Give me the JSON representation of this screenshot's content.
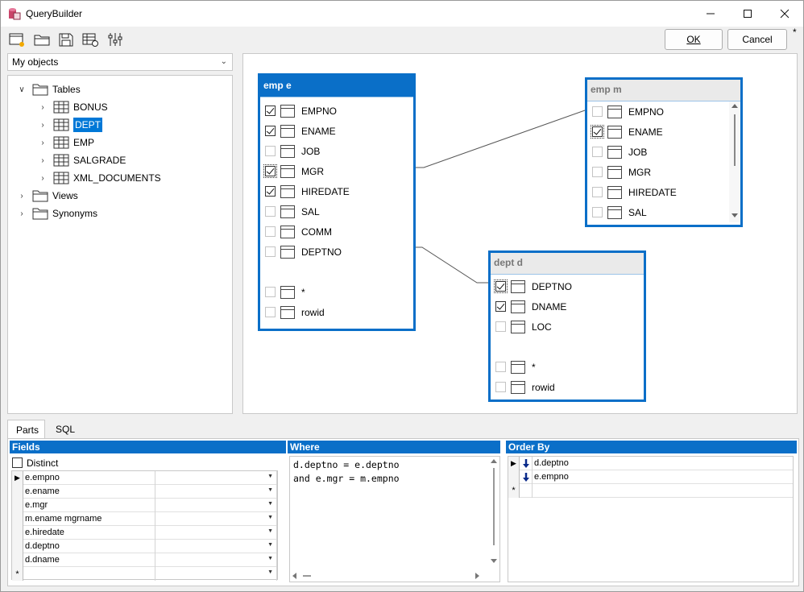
{
  "window": {
    "title": "QueryBuilder",
    "modified_mark": "*"
  },
  "toolbar": {
    "icons": [
      "new-query-icon",
      "open-folder-icon",
      "save-icon",
      "table-settings-icon",
      "sliders-icon"
    ]
  },
  "buttons": {
    "ok": "OK",
    "cancel": "Cancel"
  },
  "object_selector": {
    "value": "My objects"
  },
  "tree": {
    "tables": "Tables",
    "table_items": [
      "BONUS",
      "DEPT",
      "EMP",
      "SALGRADE",
      "XML_DOCUMENTS"
    ],
    "selected": "DEPT",
    "views": "Views",
    "synonyms": "Synonyms"
  },
  "diagram": {
    "emp_e": {
      "title": "emp e",
      "fields": [
        {
          "name": "EMPNO",
          "checked": true
        },
        {
          "name": "ENAME",
          "checked": true
        },
        {
          "name": "JOB",
          "checked": false
        },
        {
          "name": "MGR",
          "checked": true
        },
        {
          "name": "HIREDATE",
          "checked": true
        },
        {
          "name": "SAL",
          "checked": false
        },
        {
          "name": "COMM",
          "checked": false
        },
        {
          "name": "DEPTNO",
          "checked": false
        }
      ],
      "extra": [
        {
          "name": "*",
          "checked": false
        },
        {
          "name": "rowid",
          "checked": false
        }
      ]
    },
    "emp_m": {
      "title": "emp m",
      "fields": [
        {
          "name": "EMPNO",
          "checked": false
        },
        {
          "name": "ENAME",
          "checked": true
        },
        {
          "name": "JOB",
          "checked": false
        },
        {
          "name": "MGR",
          "checked": false
        },
        {
          "name": "HIREDATE",
          "checked": false
        },
        {
          "name": "SAL",
          "checked": false
        }
      ]
    },
    "dept_d": {
      "title": "dept d",
      "fields": [
        {
          "name": "DEPTNO",
          "checked": true
        },
        {
          "name": "DNAME",
          "checked": true
        },
        {
          "name": "LOC",
          "checked": false
        }
      ],
      "extra": [
        {
          "name": "*",
          "checked": false
        },
        {
          "name": "rowid",
          "checked": false
        }
      ]
    }
  },
  "tabs": [
    "Parts",
    "SQL"
  ],
  "fields_pane": {
    "title": "Fields",
    "distinct_label": "Distinct",
    "rows": [
      "e.empno",
      "e.ename",
      "e.mgr",
      "m.ename mgrname",
      "e.hiredate",
      "d.deptno",
      "d.dname"
    ],
    "new_row_marker": "*"
  },
  "where_pane": {
    "title": "Where",
    "lines": [
      "d.deptno = e.deptno",
      "and e.mgr = m.empno"
    ]
  },
  "orderby_pane": {
    "title": "Order By",
    "rows": [
      "d.deptno",
      "e.empno"
    ],
    "new_row_marker": "*"
  }
}
